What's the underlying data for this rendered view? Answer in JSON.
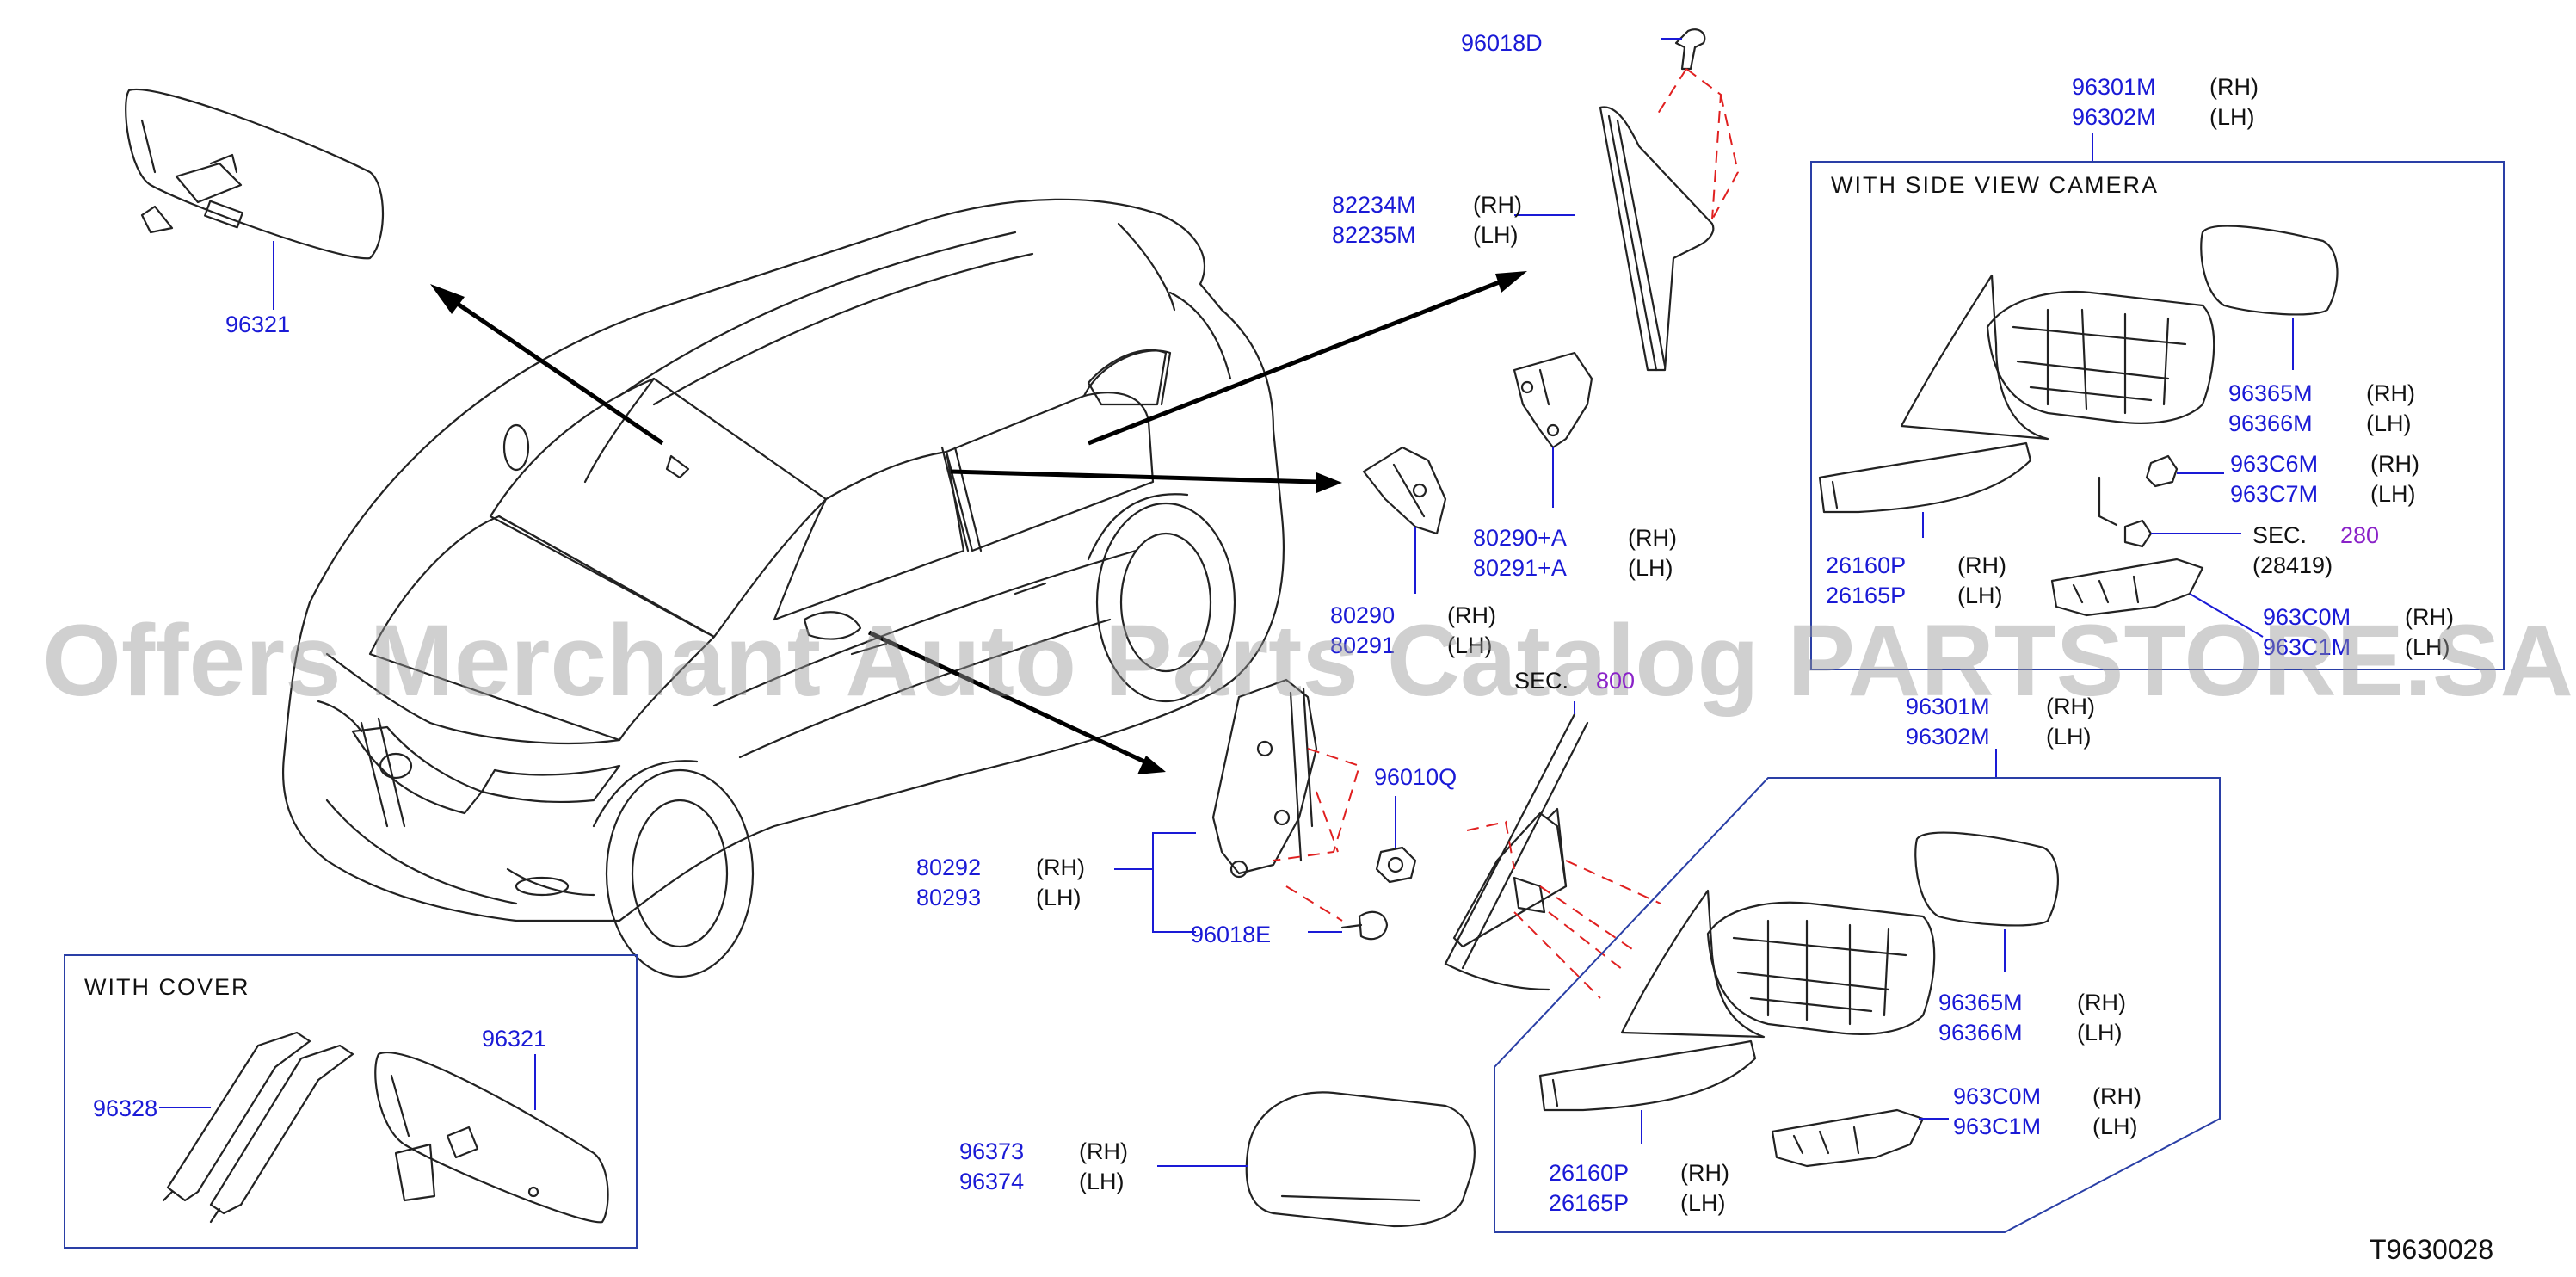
{
  "watermark": "Offers Merchant Auto Parts Catalog PARTSTORE.SA",
  "diagram_code": "T9630028",
  "boxes": {
    "side_camera_title": "WITH   SIDE   VIEW   CAMERA",
    "cover_title": "WITH   COVER"
  },
  "parts": {
    "p96321_top": "96321",
    "p96018D": "96018D",
    "p82234M": "82234M",
    "p82235M": "82235M",
    "p80290A": "80290+A",
    "p80291A": "80291+A",
    "p80290": "80290",
    "p80291": "80291",
    "p96010Q": "96010Q",
    "p80292": "80292",
    "p80293": "80293",
    "p96018E": "96018E",
    "p96373": "96373",
    "p96374": "96374",
    "p96328": "96328",
    "p96321_cover": "96321",
    "cam_96301M": "96301M",
    "cam_96302M": "96302M",
    "cam_96365M": "96365M",
    "cam_96366M": "96366M",
    "cam_963C6M": "963C6M",
    "cam_963C7M": "963C7M",
    "cam_26160P": "26160P",
    "cam_26165P": "26165P",
    "cam_963C0M": "963C0M",
    "cam_963C1M": "963C1M",
    "std_96301M": "96301M",
    "std_96302M": "96302M",
    "std_96365M": "96365M",
    "std_96366M": "96366M",
    "std_963C0M": "963C0M",
    "std_963C1M": "963C1M",
    "std_26160P": "26160P",
    "std_26165P": "26165P"
  },
  "sides": {
    "rh": "(RH)",
    "lh": "(LH)"
  },
  "sections": {
    "sec_label": "SEC.",
    "sec_280": "280",
    "sec_28419": "(28419)",
    "sec_800_label": "SEC.",
    "sec_800": "800"
  }
}
